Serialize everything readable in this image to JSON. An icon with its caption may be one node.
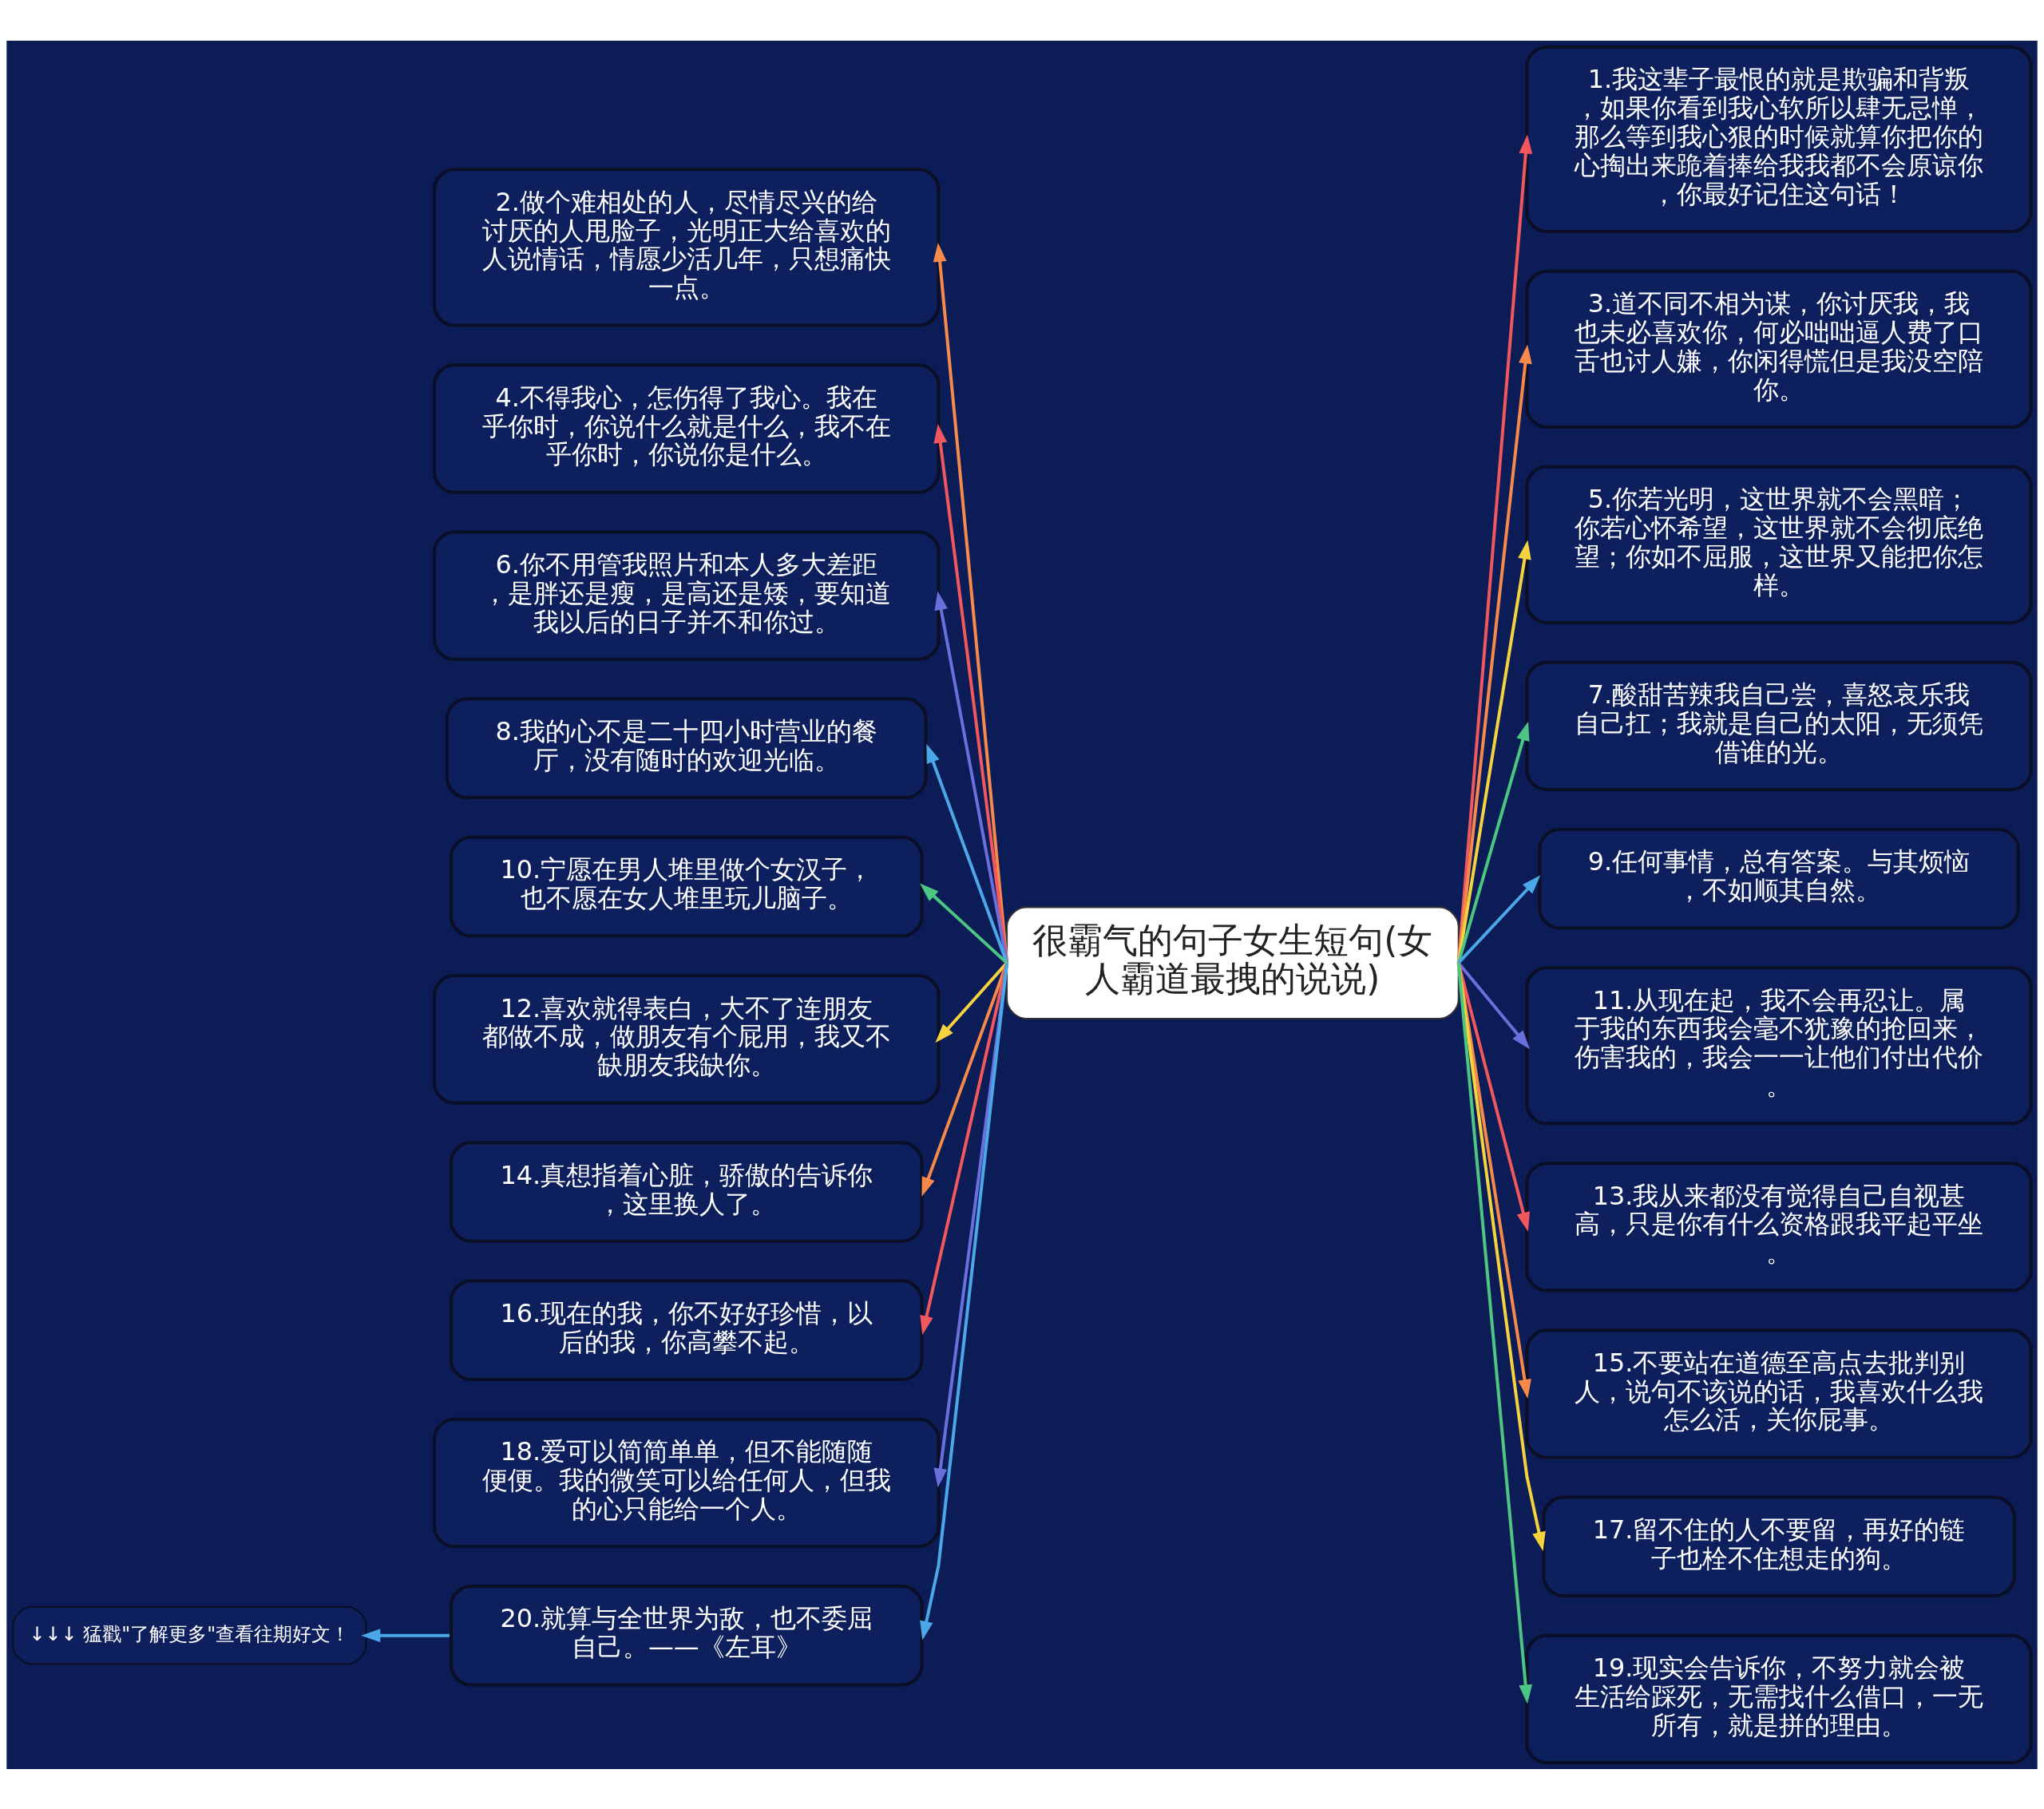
{
  "diagram": {
    "nodes": [
      {
        "text": [
          "很霸气的句子女生短句(女人霸道最拽的说说)"
        ]
      },
      {
        "text": [
          "1.我这辈子最恨的就是欺骗和背叛，如果你看到我心软所以肆无忌惮，那么等到我心狠的时候就算你把你的心掏出来跪着捧给我我都不会原谅你，你最好记住这句话！"
        ]
      },
      {
        "text": [
          "2.做个难相处的人，尽情尽兴的给讨厌的人甩脸子，光明正大给喜欢的人说情话，情愿少活几年，只想痛快一点。"
        ]
      },
      {
        "text": [
          "3.道不同不相为谋，你讨厌我，我也未必喜欢你，何必咄咄逼人费了口舌也讨人嫌，你闲得慌但是我没空陪你。"
        ]
      },
      {
        "text": [
          "4.不得我心，怎伤得了我心。我在乎你时，你说什么就是什么，我不在乎你时，你说你是什么。"
        ]
      },
      {
        "text": [
          "5.你若光明，这世界就不会黑暗；你若心怀希望，这世界就不会彻底绝望；你如不屈服，这世界又能把你怎样。"
        ]
      },
      {
        "text": [
          "6.你不用管我照片和本人多大差距，是胖还是瘦，是高还是矮，要知道我以后的日子并不和你过。"
        ]
      },
      {
        "text": [
          "7.酸甜苦辣我自己尝，喜怒哀乐我自己扛；我就是自己的太阳，无须凭借谁的光。"
        ]
      },
      {
        "text": [
          "8.我的心不是二十四小时营业的餐厅，没有随时的欢迎光临。"
        ]
      },
      {
        "text": [
          "9.任何事情，总有答案。与其烦恼，不如顺其自然。"
        ]
      },
      {
        "text": [
          "10.宁愿在男人堆里做个女汉子，也不愿在女人堆里玩儿脑子。"
        ]
      },
      {
        "text": [
          "11.从现在起，我不会再忍让。属于我的东西我会毫不犹豫的抢回来，伤害我的，我会一一让他们付出代价。"
        ]
      },
      {
        "text": [
          "12.喜欢就得表白，大不了连朋友都做不成，做朋友有个屁用，我又不缺朋友我缺你。"
        ]
      },
      {
        "text": [
          "13.我从来都没有觉得自己自视甚高，只是你有什么资格跟我平起平坐。"
        ]
      },
      {
        "text": [
          "14.真想指着心脏，骄傲的告诉你，这里换人了。"
        ]
      },
      {
        "text": [
          "15.不要站在道德至高点去批判别人，说句不该说的话，我喜欢什么我怎么活，关你屁事。"
        ]
      },
      {
        "text": [
          "16.现在的我，你不好好珍惜，以后的我，你高攀不起。"
        ]
      },
      {
        "text": [
          "17.留不住的人不要留，再好的链子也栓不住想走的狗。"
        ]
      },
      {
        "text": [
          "18.爱可以简简单单，但不能随随便便。我的微笑可以给任何人，但我的心只能给一个人。"
        ]
      },
      {
        "text": [
          "19.现实会告诉你，不努力就会被生活给踩死，无需找什么借口，一无所有，就是拼的理由。"
        ]
      },
      {
        "text": [
          "20.就算与全世界为敌，也不委屈自己。——《左耳》"
        ]
      },
      {
        "text": [
          "↓↓↓ 猛戳\"了解更多\"查看往期好文！"
        ]
      }
    ],
    "edges": [
      {
        "from": 0,
        "to": 1,
        "arrow": "to",
        "color": "#f0585e"
      },
      {
        "from": 0,
        "to": 2,
        "arrow": "to",
        "color": "#f7894a"
      },
      {
        "from": 0,
        "to": 3,
        "arrow": "to",
        "color": "#f7894a"
      },
      {
        "from": 0,
        "to": 4,
        "arrow": "to",
        "color": "#f0585e"
      },
      {
        "from": 0,
        "to": 5,
        "arrow": "to",
        "color": "#f5d33f"
      },
      {
        "from": 0,
        "to": 6,
        "arrow": "to",
        "color": "#6a6fdb"
      },
      {
        "from": 0,
        "to": 7,
        "arrow": "to",
        "color": "#4cc682"
      },
      {
        "from": 0,
        "to": 8,
        "arrow": "to",
        "color": "#4ba8e8"
      },
      {
        "from": 0,
        "to": 9,
        "arrow": "to",
        "color": "#4ba8e8"
      },
      {
        "from": 0,
        "to": 10,
        "arrow": "to",
        "color": "#4cc682"
      },
      {
        "from": 0,
        "to": 11,
        "arrow": "to",
        "color": "#6a6fdb"
      },
      {
        "from": 0,
        "to": 12,
        "arrow": "to",
        "color": "#f5d33f"
      },
      {
        "from": 0,
        "to": 13,
        "arrow": "to",
        "color": "#f0585e"
      },
      {
        "from": 0,
        "to": 14,
        "arrow": "to",
        "color": "#f7894a"
      },
      {
        "from": 0,
        "to": 15,
        "arrow": "to",
        "color": "#f7894a"
      },
      {
        "from": 0,
        "to": 16,
        "arrow": "to",
        "color": "#f0585e"
      },
      {
        "from": 0,
        "to": 17,
        "arrow": "to",
        "color": "#f5d33f"
      },
      {
        "from": 0,
        "to": 18,
        "arrow": "to",
        "color": "#6a6fdb"
      },
      {
        "from": 0,
        "to": 19,
        "arrow": "to",
        "color": "#4cc682"
      },
      {
        "from": 0,
        "to": 20,
        "arrow": "to",
        "color": "#4ba8e8"
      },
      {
        "from": 20,
        "to": 21,
        "arrow": "to",
        "color": "#4ba8e8"
      }
    ]
  }
}
